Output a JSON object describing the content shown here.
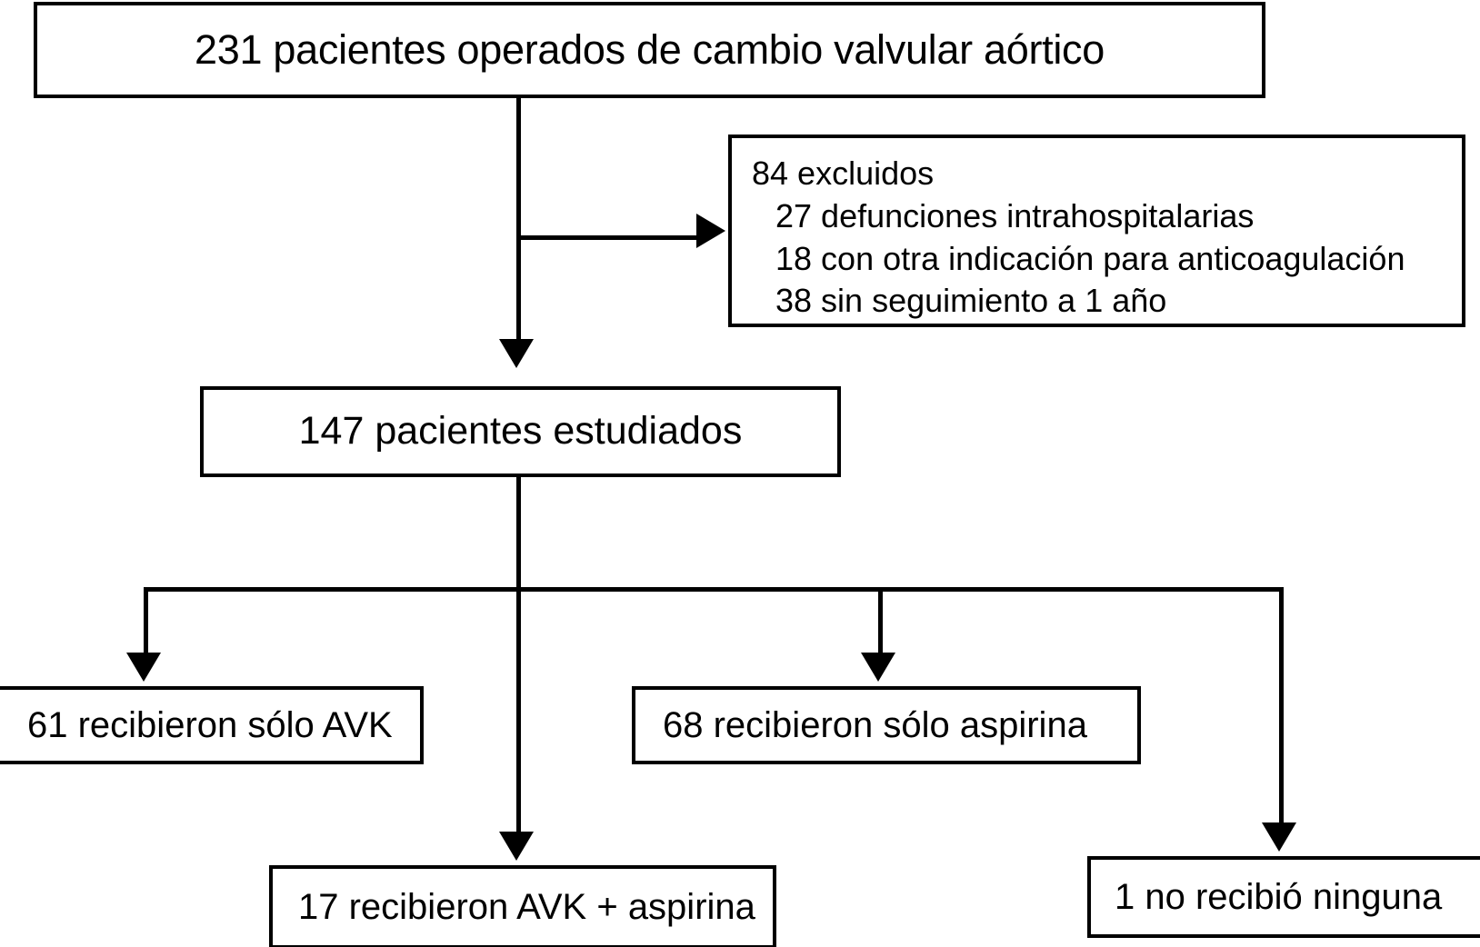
{
  "diagram": {
    "type": "flowchart",
    "subtype": "patient-flow-consort",
    "language": "es",
    "colors": {
      "stroke": "#000000",
      "fill": "#ffffff",
      "text": "#000000"
    },
    "nodes": {
      "enrolled": {
        "label": "231 pacientes operados de cambio valvular aórtico",
        "count": 231
      },
      "excluded": {
        "heading": "84 excluidos",
        "count": 84,
        "reasons": [
          {
            "label": "27 defunciones intrahospitalarias",
            "count": 27
          },
          {
            "label": "18 con otra indicación para anticoagulación",
            "count": 18
          },
          {
            "label": "38 sin seguimiento a 1 año",
            "count": 38
          }
        ]
      },
      "studied": {
        "label": "147 pacientes estudiados",
        "count": 147
      },
      "avk_only": {
        "label": "61 recibieron sólo AVK",
        "count": 61
      },
      "aspirin_only": {
        "label": "68 recibieron sólo aspirina",
        "count": 68
      },
      "avk_plus_aspirin": {
        "label": "17 recibieron AVK + aspirina",
        "count": 17
      },
      "none": {
        "label": "1 no recibió ninguna",
        "count": 1
      }
    },
    "edges": [
      {
        "from": "enrolled",
        "to": "studied",
        "style": "arrow-down"
      },
      {
        "from": "enrolled",
        "to": "excluded",
        "style": "arrow-right"
      },
      {
        "from": "studied",
        "to": "avk_only",
        "style": "arrow-down"
      },
      {
        "from": "studied",
        "to": "aspirin_only",
        "style": "arrow-down"
      },
      {
        "from": "studied",
        "to": "avk_plus_aspirin",
        "style": "arrow-down"
      },
      {
        "from": "studied",
        "to": "none",
        "style": "arrow-down"
      }
    ]
  }
}
